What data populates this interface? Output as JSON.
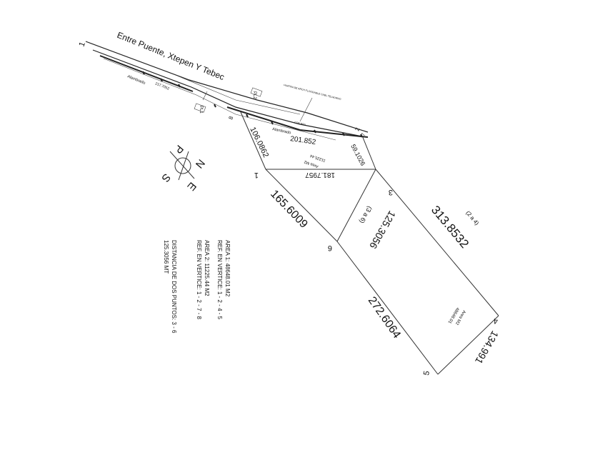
{
  "road": {
    "label": "Entre Puente, Xtepen Y Tebec",
    "fence_label_left": "Alambrado",
    "fence_value_left": "217.7052",
    "fence_label_right": "Alambrado",
    "fence_value_right": "201.852",
    "pole_label": "PL2",
    "pole_label_2": "PL1",
    "note_text": "HUATRA DE ARCH FLOODABLE CABL TELNURNO",
    "small_note": "CON RFD"
  },
  "vertices": [
    "1",
    "2",
    "3",
    "4",
    "5",
    "6",
    "7",
    "8"
  ],
  "distances": {
    "d_1_8": "106.0862",
    "d_1_7": "181.7957",
    "d_7_3": "59.1026",
    "d_1_6": "165.6009",
    "d_3_6": "125.3056",
    "d_3_6_note": "(3 a 6)",
    "d_3_4": "313.8532",
    "d_3_4_note": "(2 a 4)",
    "d_6_5": "272.6064",
    "d_5_4": "134.991"
  },
  "area_small": {
    "label": "Area M2",
    "value": "11225.44"
  },
  "area_large": {
    "label": "Area M2",
    "value": "48648.01"
  },
  "compass": {
    "n": "N",
    "s": "S",
    "e": "E",
    "w": "P"
  },
  "notes": [
    "AREA 1: 48648.01 M2",
    "REF. EN VERTICE: 1 - 2 - 4 - 5",
    "AREA 2: 11225.44 M2",
    "REF. EN VERTICE: 1 - 2 - 7 - 8",
    "DISTANCIA DE DOS PUNTOS: 3 - 6",
    "125.3056 MT"
  ]
}
